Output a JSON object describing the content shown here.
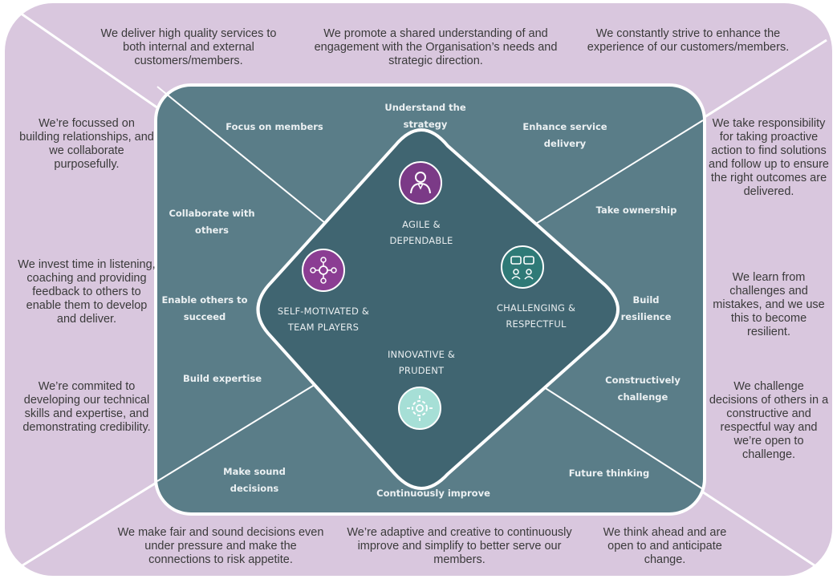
{
  "colors": {
    "outer": "#d9c7de",
    "inner": "#5a7d88",
    "diamond": "#406571",
    "agile_icon": "#7b3a87",
    "self_motivated_icon": "#8b3d93",
    "challenging_icon": "#2f7a77",
    "innovative_icon": "#a6dfd6"
  },
  "outer": {
    "top": [
      "We deliver high quality services to both internal and external customers/members.",
      "We promote a shared understanding of and engagement with the Organisation’s needs and strategic direction.",
      "We constantly strive to enhance the experience of our customers/members."
    ],
    "left": [
      "We’re focussed on building relationships, and we collaborate purposefully.",
      "We invest time in listening, coaching and providing feedback to others to enable them to develop and deliver.",
      "We’re commited to developing our technical skills and expertise, and demonstrating credibility."
    ],
    "right": [
      "We take responsibility for taking proactive action to find solutions and follow up to ensure the right outcomes are delivered.",
      "We learn from challenges and mistakes, and we use this to become resilient.",
      "We challenge decisions of others in a constructive and respectful way and we’re open to challenge."
    ],
    "bottom": [
      "We make fair and sound decisions even under pressure and make the connections to risk appetite.",
      "We’re adaptive and creative to continuously improve and simplify to better serve our members.",
      "We think ahead and are open to and anticipate change."
    ]
  },
  "inner": {
    "focus_on_members": "Focus on members",
    "understand_strategy": "Understand the strategy",
    "enhance_service": "Enhance service delivery",
    "collaborate": "Collaborate with others",
    "take_ownership": "Take ownership",
    "enable_others": "Enable others to succeed",
    "build_resilience": "Build resilience",
    "build_expertise": "Build expertise",
    "constructively_challenge": "Constructively challenge",
    "make_sound_decisions": "Make sound decisions",
    "continuously_improve": "Continuously improve",
    "future_thinking": "Future thinking"
  },
  "values": {
    "agile": "AGILE & DEPENDABLE",
    "self_motivated": "SELF-MOTIVATED & TEAM PLAYERS",
    "challenging": "CHALLENGING & RESPECTFUL",
    "innovative": "INNOVATIVE & PRUDENT"
  },
  "icons": {
    "agile": "person-icon",
    "self_motivated": "team-network-icon",
    "challenging": "discussion-icon",
    "innovative": "gear-idea-icon"
  }
}
